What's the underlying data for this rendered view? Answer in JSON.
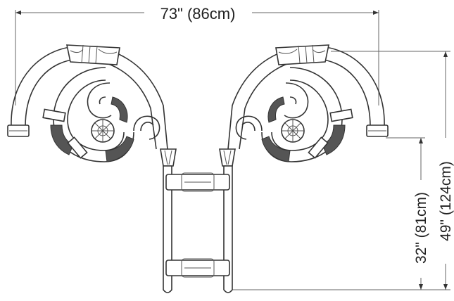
{
  "dimensions": {
    "width_label": "73\" (86cm)",
    "height_low_label": "32\" (81cm)",
    "height_high_label": "49\" (124cm)"
  },
  "colors": {
    "line": "#333333",
    "shade": "#555555",
    "background": "#ffffff"
  }
}
